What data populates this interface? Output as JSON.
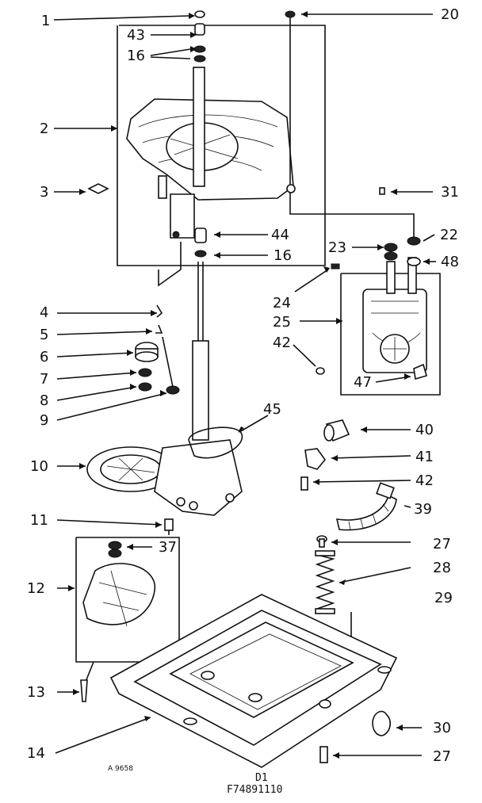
{
  "callouts": [
    {
      "id": "1",
      "text": "1"
    },
    {
      "id": "2",
      "text": "2"
    },
    {
      "id": "3",
      "text": "3"
    },
    {
      "id": "4",
      "text": "4"
    },
    {
      "id": "5",
      "text": "5"
    },
    {
      "id": "6",
      "text": "6"
    },
    {
      "id": "7",
      "text": "7"
    },
    {
      "id": "8",
      "text": "8"
    },
    {
      "id": "9",
      "text": "9"
    },
    {
      "id": "10",
      "text": "10"
    },
    {
      "id": "11",
      "text": "11"
    },
    {
      "id": "12",
      "text": "12"
    },
    {
      "id": "13",
      "text": "13"
    },
    {
      "id": "14",
      "text": "14"
    },
    {
      "id": "16a",
      "text": "16"
    },
    {
      "id": "16b",
      "text": "16"
    },
    {
      "id": "20",
      "text": "20"
    },
    {
      "id": "22",
      "text": "22"
    },
    {
      "id": "23",
      "text": "23"
    },
    {
      "id": "24",
      "text": "24"
    },
    {
      "id": "25",
      "text": "25"
    },
    {
      "id": "27a",
      "text": "27"
    },
    {
      "id": "27b",
      "text": "27"
    },
    {
      "id": "28",
      "text": "28"
    },
    {
      "id": "29",
      "text": "29"
    },
    {
      "id": "30",
      "text": "30"
    },
    {
      "id": "31",
      "text": "31"
    },
    {
      "id": "37",
      "text": "37"
    },
    {
      "id": "39",
      "text": "39"
    },
    {
      "id": "40",
      "text": "40"
    },
    {
      "id": "41",
      "text": "41"
    },
    {
      "id": "42a",
      "text": "42"
    },
    {
      "id": "42b",
      "text": "42"
    },
    {
      "id": "43",
      "text": "43"
    },
    {
      "id": "44",
      "text": "44"
    },
    {
      "id": "45",
      "text": "45"
    },
    {
      "id": "47",
      "text": "47"
    },
    {
      "id": "48",
      "text": "48"
    }
  ],
  "footer": {
    "small_mark": "A 9658",
    "page_ref": "D1",
    "drawing_number": "F74891110"
  }
}
